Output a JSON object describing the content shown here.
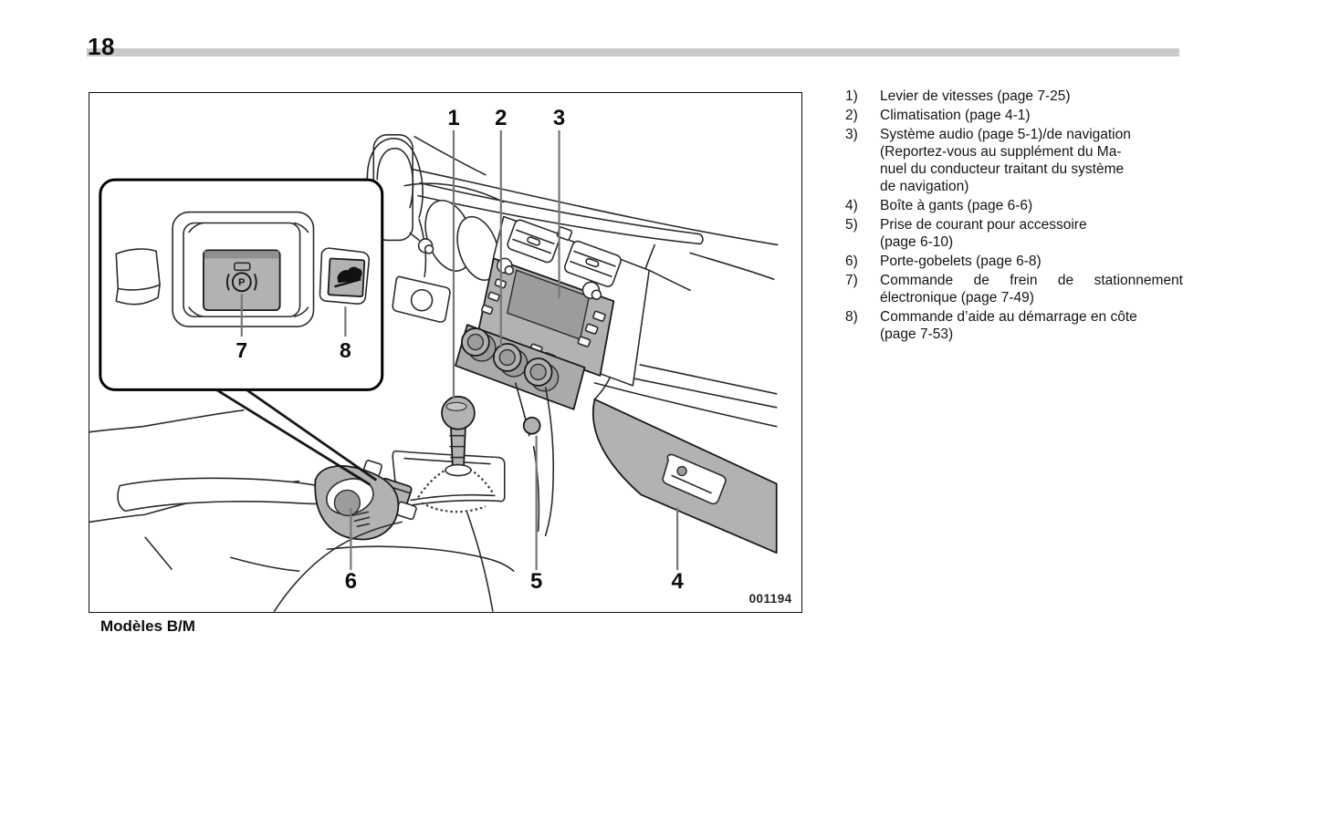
{
  "page": {
    "number": "18"
  },
  "figure": {
    "caption": "Modèles B/M",
    "figure_id": "001194",
    "parking_brake_symbol": "P",
    "callouts": [
      "1",
      "2",
      "3",
      "4",
      "5",
      "6",
      "7",
      "8"
    ],
    "icons": {
      "parking_brake": "P-in-circle-with-parentheses",
      "hill_assist": "car-on-slope"
    }
  },
  "colors": {
    "panel_gray": "#b0b2b4",
    "header_rule_gray": "#c9c9c9",
    "line_art": "#2b2b2b"
  },
  "legend": {
    "items": [
      {
        "num": "1)",
        "lines": [
          "Levier de vitesses (page 7-25)"
        ]
      },
      {
        "num": "2)",
        "lines": [
          "Climatisation (page 4-1)"
        ]
      },
      {
        "num": "3)",
        "lines": [
          "Système audio (page 5-1)/de navigation",
          "(Reportez-vous au supplément du Ma-",
          "nuel du conducteur traitant du système",
          "de navigation)"
        ]
      },
      {
        "num": "4)",
        "lines": [
          "Boîte à gants (page 6-6)"
        ]
      },
      {
        "num": "5)",
        "lines": [
          "Prise de courant pour accessoire",
          "(page 6-10)"
        ]
      },
      {
        "num": "6)",
        "lines": [
          "Porte-gobelets (page 6-8)"
        ]
      },
      {
        "num": "7)",
        "lines": [
          "Commande de frein de stationnement",
          "électronique (page 7-49)"
        ]
      },
      {
        "num": "8)",
        "lines": [
          "Commande d’aide au démarrage en côte",
          "(page 7-53)"
        ]
      }
    ]
  }
}
